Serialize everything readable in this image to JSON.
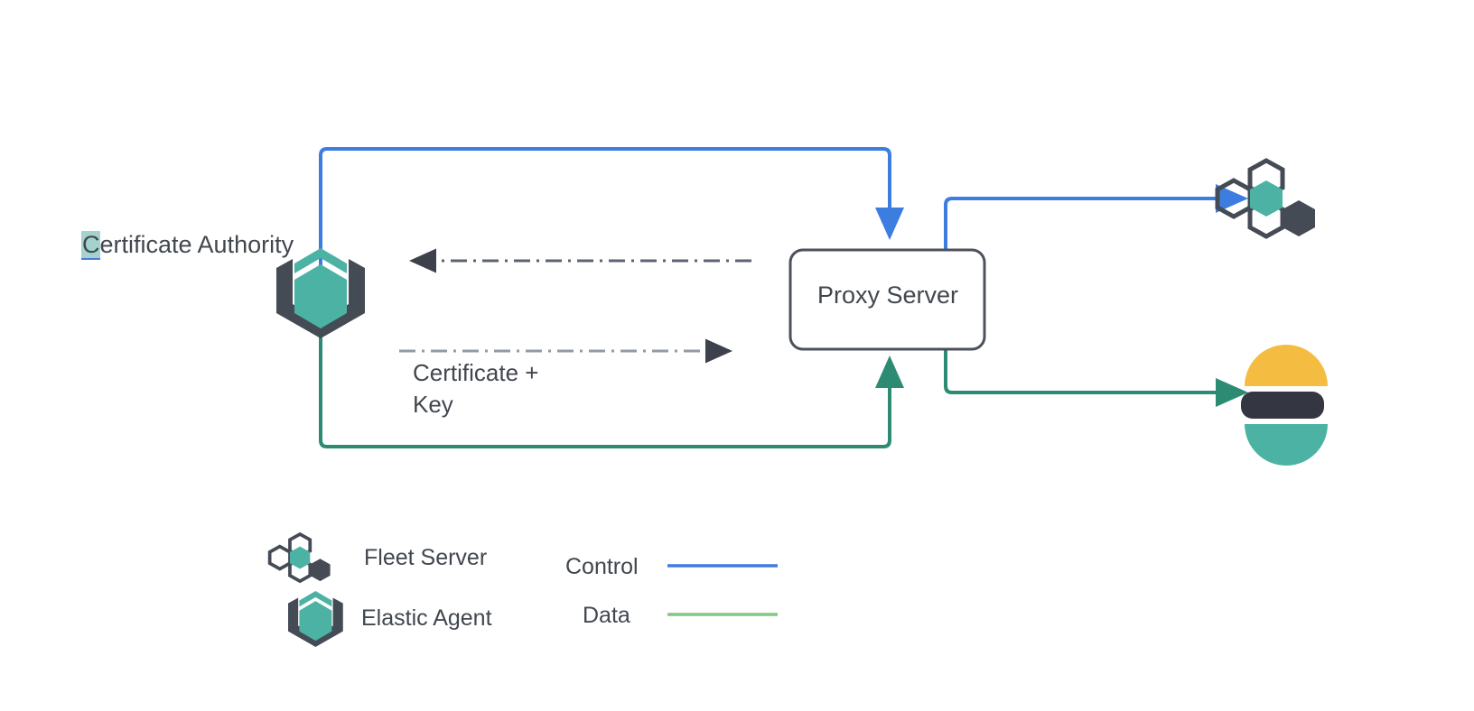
{
  "diagram": {
    "title_text": "Certificate Authority",
    "nodes": [
      {
        "id": "certificate-authority",
        "label": "Certificate Authority",
        "icon": "elastic-agent-icon",
        "selected": true
      },
      {
        "id": "proxy-server",
        "label": "Proxy Server",
        "shape": "rounded-rect"
      },
      {
        "id": "fleet-server",
        "label": "",
        "icon": "fleet-server-icon"
      },
      {
        "id": "elasticsearch",
        "label": "",
        "icon": "elasticsearch-icon"
      }
    ],
    "edge_labels": {
      "certificate_key_line1": "Certificate +",
      "certificate_key_line2": "Key"
    },
    "colors": {
      "control_blue": "#3d7de0",
      "data_green": "#2e8b73",
      "legend_data_green": "#82c97f",
      "dark_slate": "#454b55",
      "teal": "#4cb3a4",
      "elastic_yellow": "#f4bd42",
      "elastic_dark": "#343741",
      "text": "#41474f",
      "selection_highlight": "#a3d3cb"
    }
  },
  "legend": {
    "items": [
      {
        "icon": "fleet-server-icon",
        "label": "Fleet Server"
      },
      {
        "icon": "elastic-agent-icon",
        "label": "Elastic Agent"
      }
    ],
    "lines": [
      {
        "label": "Control",
        "color": "#3d7de0"
      },
      {
        "label": "Data",
        "color": "#82c97f"
      }
    ]
  }
}
